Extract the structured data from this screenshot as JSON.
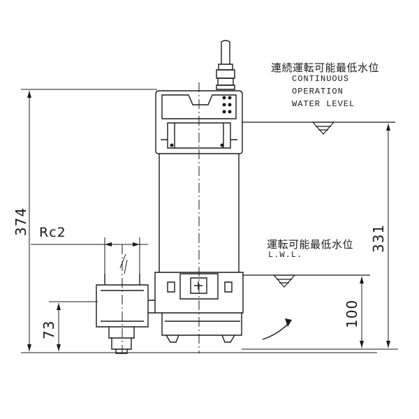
{
  "labels": {
    "cont_jp": "連続運転可能最低水位",
    "cont_en_1": "CONTINUOUS",
    "cont_en_2": "OPERATION",
    "cont_en_3": "WATER LEVEL",
    "lwl_jp": "運転可能最低水位",
    "lwl_en": "L.W.L.",
    "pipe": "Rc2"
  },
  "dimensions": {
    "overall_height": "374",
    "continuous_level": "331",
    "low_water_level": "100",
    "outlet_height": "73"
  }
}
